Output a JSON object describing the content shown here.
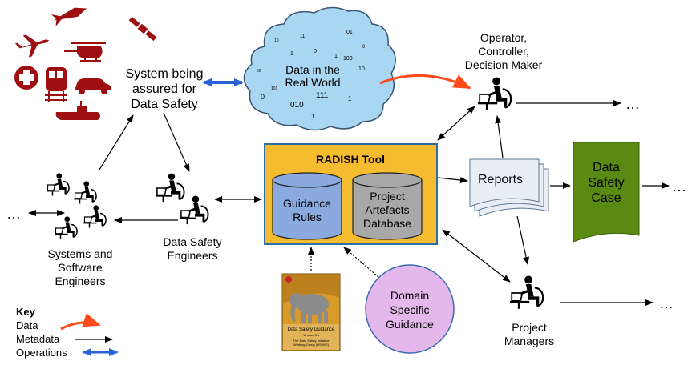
{
  "system_label": [
    "System being",
    "assured for",
    "Data Safety"
  ],
  "cloud": {
    "title": [
      "Data in the",
      "Real World"
    ],
    "bits": [
      "11",
      "01",
      "10",
      "1",
      "0",
      "0",
      "00",
      "1",
      "100",
      "10",
      "101",
      "0",
      "111",
      "1",
      "010",
      "1"
    ]
  },
  "operator_label": [
    "Operator,",
    "Controller,",
    "Decision Maker"
  ],
  "tool": {
    "title": "RADISH Tool",
    "guidance_rules": [
      "Guidance",
      "Rules"
    ],
    "project_db": [
      "Project",
      "Artefacts",
      "Database"
    ]
  },
  "reports_label": "Reports",
  "safety_case": [
    "Data",
    "Safety",
    "Case"
  ],
  "ellipsis": "…",
  "systems_engineers_label": [
    "Systems and",
    "Software",
    "Engineers"
  ],
  "dse_label": [
    "Data Safety",
    "Engineers"
  ],
  "project_managers_label": [
    "Project",
    "Managers"
  ],
  "domain_guidance": [
    "Domain",
    "Specific",
    "Guidance"
  ],
  "book": {
    "title": "Data Safety Guidance",
    "version": "Version 3.6",
    "subtitle": [
      "The Data Safety Initiative",
      "Working Group (DSIWG)"
    ]
  },
  "key": {
    "title": "Key",
    "items": [
      "Data",
      "Metadata",
      "Operations"
    ]
  },
  "colors": {
    "icon_red": "#9e0f12",
    "cloud_fill": "#a9d7f3",
    "tool_fill": "#f6bc2f",
    "tool_border": "#2d6ea8",
    "cylinder_left": "#8aa9de",
    "cylinder_right": "#a8a8a8",
    "safety_case_green": "#5a8a12",
    "domain_circle": "#e4b8ea",
    "data_arrow": "#ff4a1a",
    "ops_arrow": "#2a63d6"
  }
}
